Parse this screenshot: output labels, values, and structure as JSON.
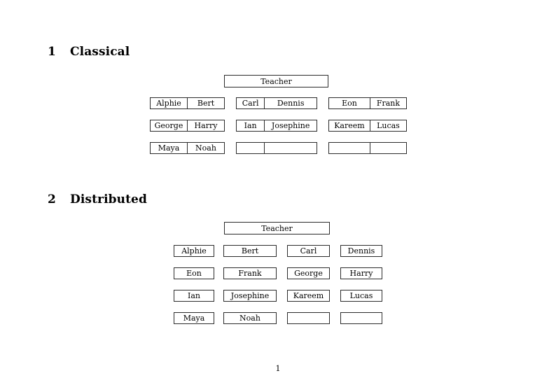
{
  "document": {
    "page_number": "1"
  },
  "sections": [
    {
      "number": "1",
      "title": "Classical",
      "teacher_label": "Teacher",
      "groups": [
        {
          "name": "group-left",
          "rows": [
            {
              "left": "Alphie",
              "right": "Bert"
            },
            {
              "left": "George",
              "right": "Harry"
            },
            {
              "left": "Maya",
              "right": "Noah"
            }
          ]
        },
        {
          "name": "group-middle",
          "rows": [
            {
              "left": "Carl",
              "right": "Dennis"
            },
            {
              "left": "Ian",
              "right": "Josephine"
            },
            {
              "left": "",
              "right": ""
            }
          ]
        },
        {
          "name": "group-right",
          "rows": [
            {
              "left": "Eon",
              "right": "Frank"
            },
            {
              "left": "Kareem",
              "right": "Lucas"
            },
            {
              "left": "",
              "right": ""
            }
          ]
        }
      ]
    },
    {
      "number": "2",
      "title": "Distributed",
      "teacher_label": "Teacher",
      "rows": [
        [
          "Alphie",
          "Bert",
          "Carl",
          "Dennis"
        ],
        [
          "Eon",
          "Frank",
          "George",
          "Harry"
        ],
        [
          "Ian",
          "Josephine",
          "Kareem",
          "Lucas"
        ],
        [
          "Maya",
          "Noah",
          "",
          ""
        ]
      ]
    }
  ]
}
